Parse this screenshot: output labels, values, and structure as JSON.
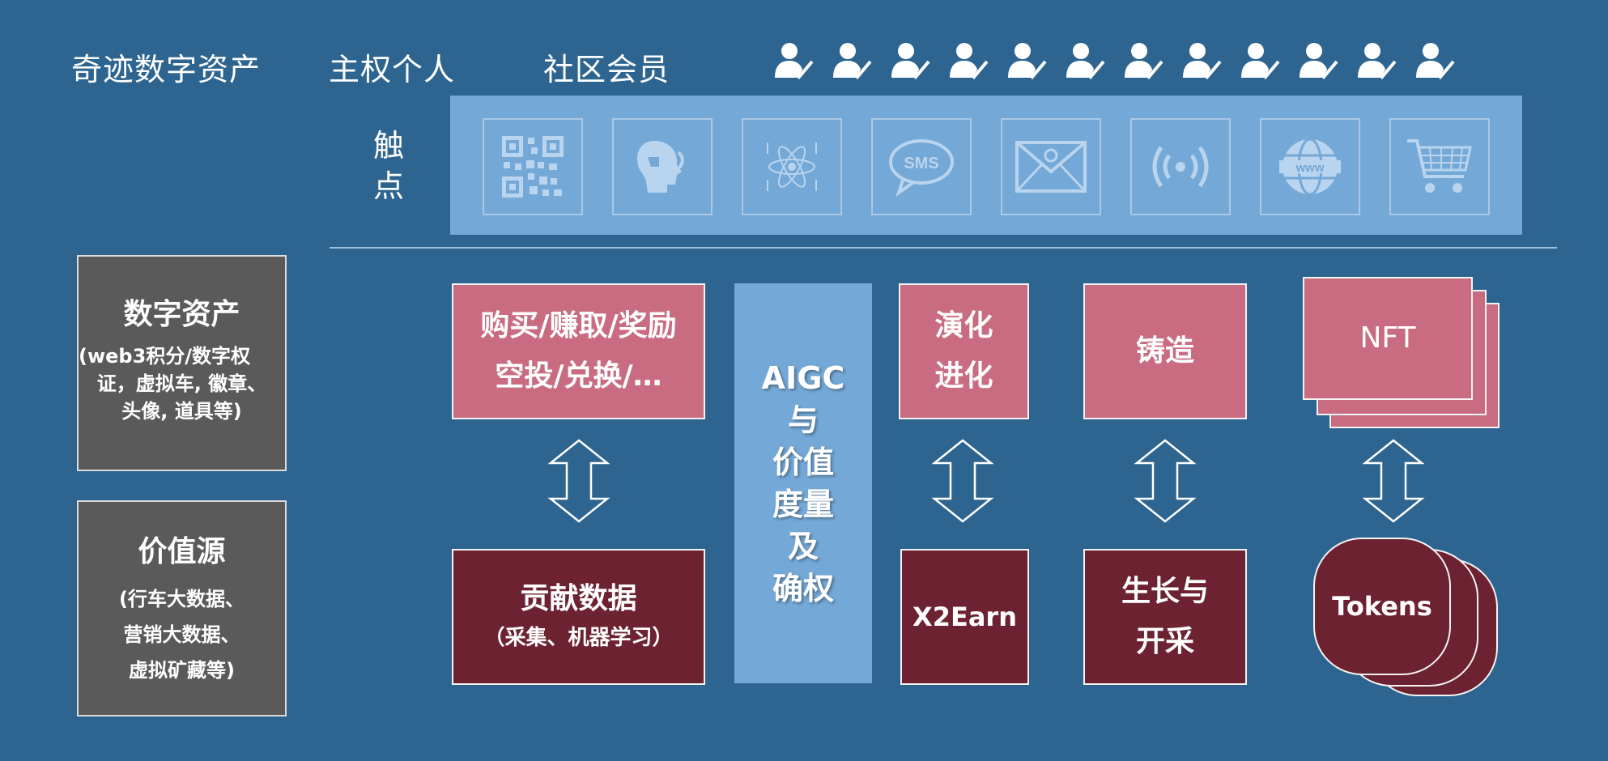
{
  "header": {
    "brand": "奇迹数字资产",
    "sovereign": "主权个人",
    "community": "社区会员",
    "user_icon_count": 12
  },
  "touchpoints": {
    "label_line1": "触",
    "label_line2": "点",
    "icons": [
      "qr-code-icon",
      "voice-assistant-icon",
      "ai-network-icon",
      "sms-icon",
      "email-icon",
      "wireless-icon",
      "www-icon",
      "shopping-cart-icon"
    ],
    "sms_text": "SMS",
    "www_text": "www"
  },
  "left": {
    "assets_title": "数字资产",
    "assets_line1": "(web3积分/数字权",
    "assets_line2": "证，虚拟车, 徽章、",
    "assets_line3": "头像, 道具等)",
    "value_title": "价值源",
    "value_line1": "(行车大数据、",
    "value_line2": "营销大数据、",
    "value_line3": "虚拟矿藏等)"
  },
  "center": {
    "aigc_line1": "AIGC",
    "aigc_line2": "与",
    "aigc_line3": "价值",
    "aigc_line4": "度量",
    "aigc_line5": "及",
    "aigc_line6": "确权"
  },
  "top_boxes": {
    "buy_line1": "购买/赚取/奖励",
    "buy_line2": "空投/兑换/…",
    "evolve_line1": "演化",
    "evolve_line2": "进化",
    "mint": "铸造",
    "nft": "NFT"
  },
  "bottom_boxes": {
    "contribute_title": "贡献数据",
    "contribute_sub": "（采集、机器学习）",
    "x2earn": "X2Earn",
    "grow_line1": "生长与",
    "grow_line2": "开采",
    "tokens": "Tokens"
  },
  "colors": {
    "background": "#2d6590",
    "light_blue": "#74a8d6",
    "pink": "#c96c81",
    "maroon": "#6d2231",
    "gray": "#5a5a5a"
  }
}
